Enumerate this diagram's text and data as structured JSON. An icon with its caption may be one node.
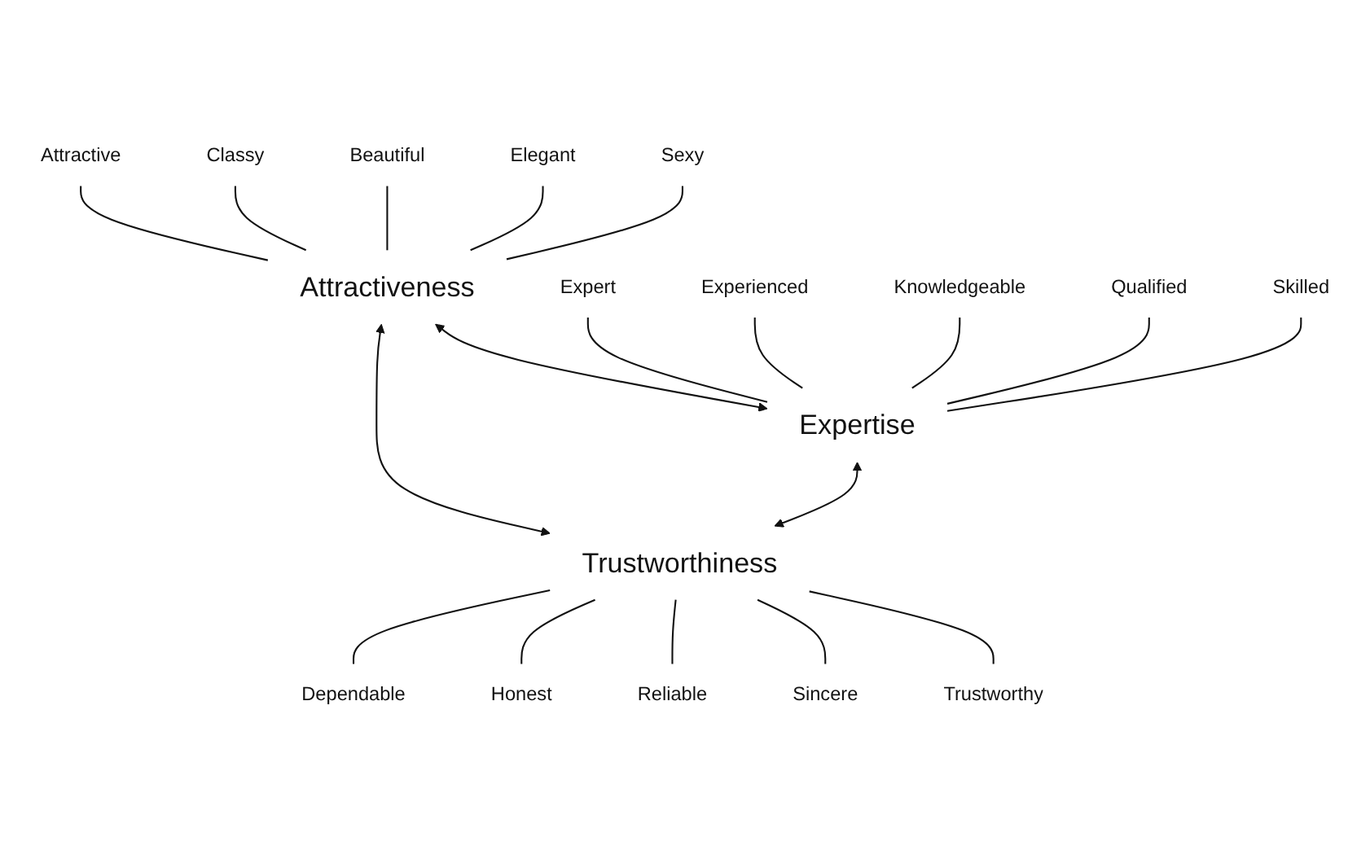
{
  "diagram": {
    "nodes": [
      {
        "text": [
          "Attractiveness"
        ]
      },
      {
        "text": [
          "Expertise"
        ]
      },
      {
        "text": [
          "Trustworthiness"
        ]
      },
      {
        "text": [
          "Attractive"
        ]
      },
      {
        "text": [
          "Classy"
        ]
      },
      {
        "text": [
          "Beautiful"
        ]
      },
      {
        "text": [
          "Elegant"
        ]
      },
      {
        "text": [
          "Sexy"
        ]
      },
      {
        "text": [
          "Expert"
        ]
      },
      {
        "text": [
          "Experienced"
        ]
      },
      {
        "text": [
          "Knowledgeable"
        ]
      },
      {
        "text": [
          "Qualified"
        ]
      },
      {
        "text": [
          "Skilled"
        ]
      },
      {
        "text": [
          "Dependable"
        ]
      },
      {
        "text": [
          "Honest"
        ]
      },
      {
        "text": [
          "Reliable"
        ]
      },
      {
        "text": [
          "Sincere"
        ]
      },
      {
        "text": [
          "Trustworthy"
        ]
      }
    ],
    "edges": [
      {
        "from": 0,
        "to": 1,
        "arrow": "both"
      },
      {
        "from": 0,
        "to": 2,
        "arrow": "both"
      },
      {
        "from": 1,
        "to": 2,
        "arrow": "both"
      },
      {
        "from": 3,
        "to": 0,
        "arrow": "none"
      },
      {
        "from": 4,
        "to": 0,
        "arrow": "none"
      },
      {
        "from": 5,
        "to": 0,
        "arrow": "none"
      },
      {
        "from": 6,
        "to": 0,
        "arrow": "none"
      },
      {
        "from": 7,
        "to": 0,
        "arrow": "none"
      },
      {
        "from": 8,
        "to": 1,
        "arrow": "none"
      },
      {
        "from": 9,
        "to": 1,
        "arrow": "none"
      },
      {
        "from": 10,
        "to": 1,
        "arrow": "none"
      },
      {
        "from": 11,
        "to": 1,
        "arrow": "none"
      },
      {
        "from": 12,
        "to": 1,
        "arrow": "none"
      },
      {
        "from": 2,
        "to": 13,
        "arrow": "none"
      },
      {
        "from": 2,
        "to": 14,
        "arrow": "none"
      },
      {
        "from": 2,
        "to": 15,
        "arrow": "none"
      },
      {
        "from": 2,
        "to": 16,
        "arrow": "none"
      },
      {
        "from": 2,
        "to": 17,
        "arrow": "none"
      }
    ]
  }
}
